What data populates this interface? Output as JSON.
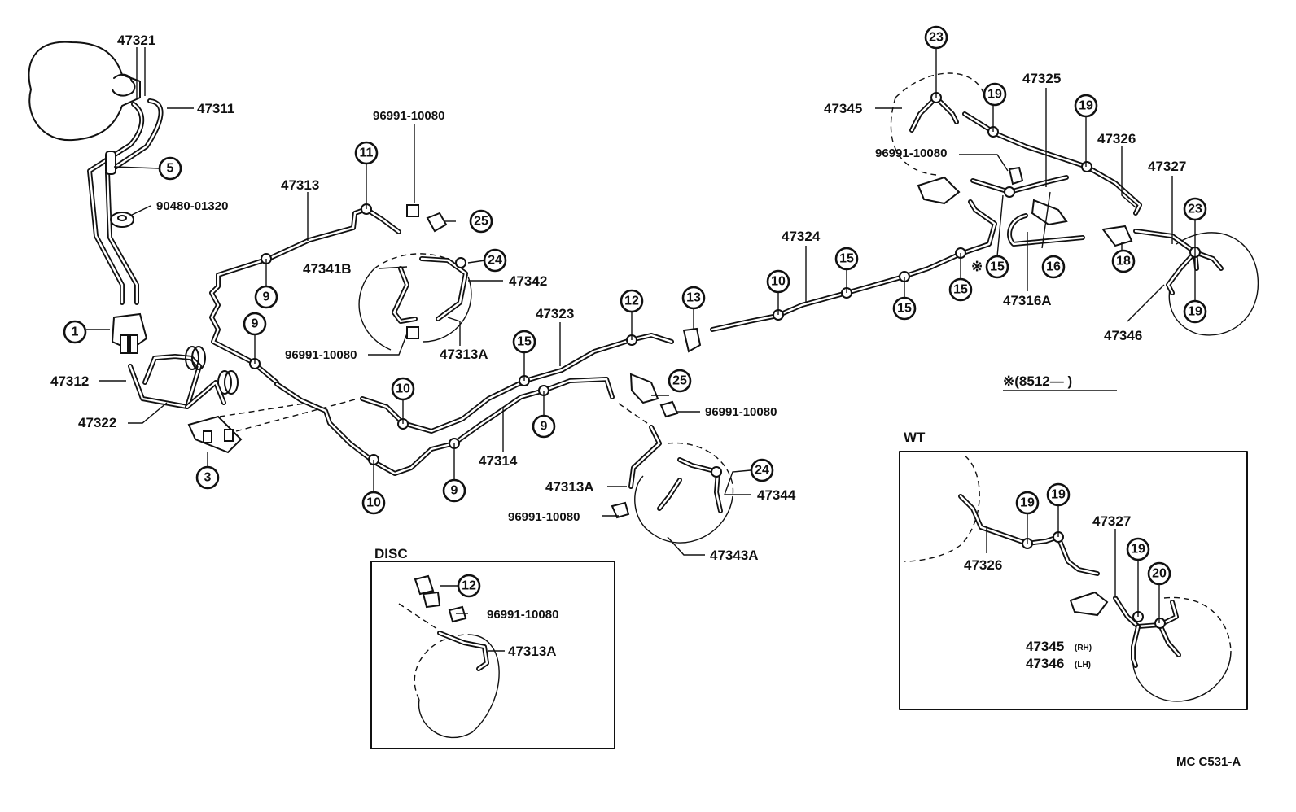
{
  "diagram": {
    "code": "MC  C531-A",
    "note": "※(8512—         )",
    "boxes": {
      "disc": "DISC",
      "wt": "WT"
    },
    "ref_numbers": {
      "r1": "1",
      "r3": "3",
      "r5": "5",
      "r9a": "9",
      "r9b": "9",
      "r9c": "9",
      "r9d": "9",
      "r10a": "10",
      "r10b": "10",
      "r10c": "10",
      "r11": "11",
      "r12a": "12",
      "r12b": "12",
      "r13": "13",
      "r15a": "15",
      "r15b": "15",
      "r15c": "15",
      "r15d": "15",
      "r15e": "15",
      "r16": "16",
      "r18": "18",
      "r19a": "19",
      "r19b": "19",
      "r19c": "19",
      "r19d": "19",
      "r19e": "19",
      "r19f": "19",
      "r20": "20",
      "r23a": "23",
      "r23b": "23",
      "r24a": "24",
      "r24b": "24",
      "r25a": "25",
      "r25b": "25"
    },
    "part_numbers": {
      "p47321": "47321",
      "p47311": "47311",
      "p90480": "90480-01320",
      "p47312": "47312",
      "p47322": "47322",
      "p47313": "47313",
      "p96991_a": "96991-10080",
      "p47341B": "47341B",
      "p47342": "47342",
      "p96991_b": "96991-10080",
      "p47313A_a": "47313A",
      "p47323": "47323",
      "p47314": "47314",
      "p96991_c": "96991-10080",
      "p47313A_b": "47313A",
      "p96991_d": "96991-10080",
      "p47344": "47344",
      "p47343A": "47343A",
      "p47324": "47324",
      "p47345": "47345",
      "p96991_e": "96991-10080",
      "p47325": "47325",
      "p47326": "47326",
      "p47327": "47327",
      "p47316A": "47316A",
      "p47346": "47346",
      "p96991_f": "96991-10080",
      "p47313A_c": "47313A",
      "p47327_wt": "47327",
      "p47326_wt": "47326",
      "p47345_wt": "47345",
      "p47345_wt_suffix": "(RH)",
      "p47346_wt": "47346",
      "p47346_wt_suffix": "(LH)",
      "mark15": "※"
    }
  }
}
